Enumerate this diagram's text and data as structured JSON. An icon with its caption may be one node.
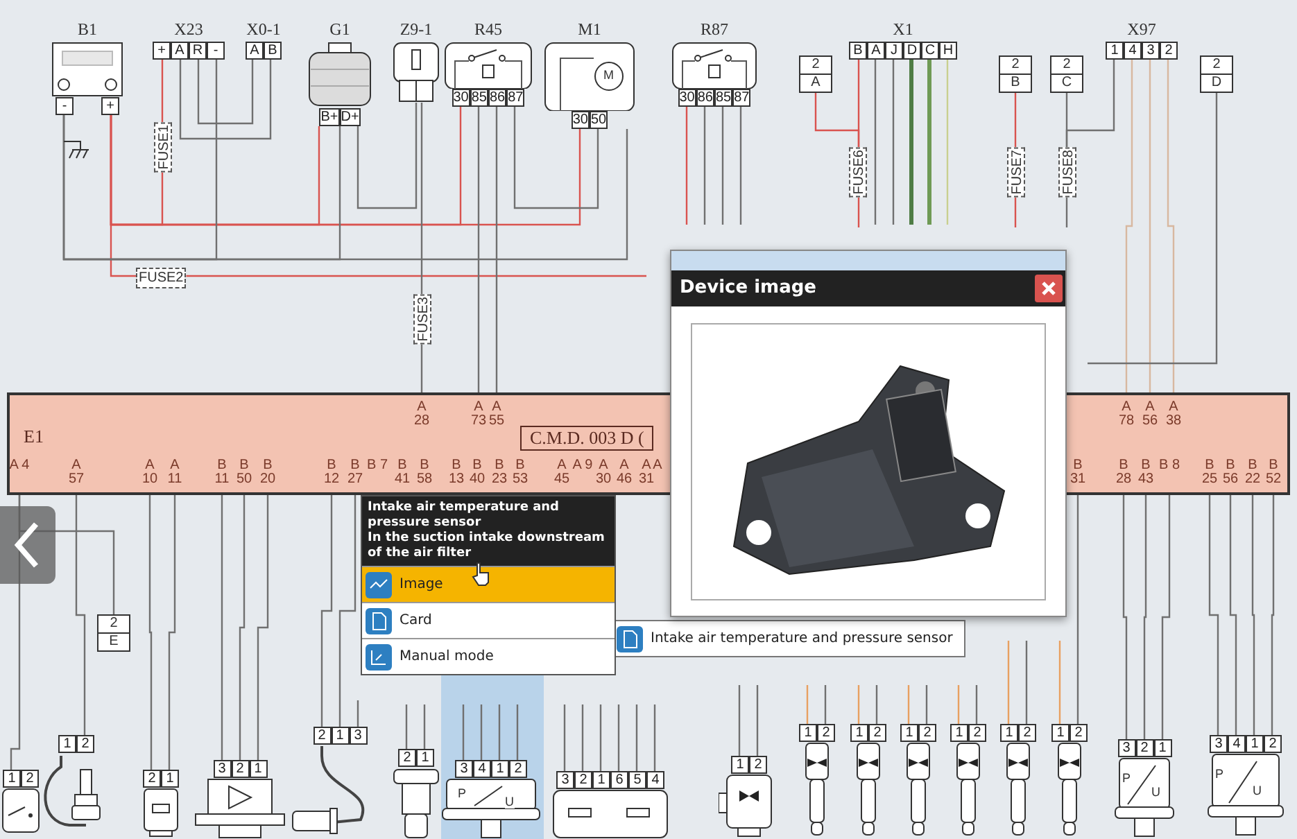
{
  "diagram": {
    "nodes": [
      {
        "text": [
          "B1",
          "-",
          "+"
        ]
      },
      {
        "text": [
          "X23",
          "+",
          "A",
          "R",
          "-"
        ]
      },
      {
        "text": [
          "X0-1",
          "A",
          "B"
        ]
      },
      {
        "text": [
          "G1",
          "B+",
          "D+"
        ]
      },
      {
        "text": [
          "Z9-1"
        ]
      },
      {
        "text": [
          "R45",
          "30",
          "85",
          "86",
          "87"
        ]
      },
      {
        "text": [
          "M1",
          "30",
          "50",
          "M"
        ]
      },
      {
        "text": [
          "R87",
          "30",
          "86",
          "85",
          "87"
        ]
      },
      {
        "text": [
          "2",
          "A"
        ]
      },
      {
        "text": [
          "X1",
          "B",
          "A",
          "J",
          "D",
          "C",
          "H"
        ]
      },
      {
        "text": [
          "2",
          "B"
        ]
      },
      {
        "text": [
          "2",
          "C"
        ]
      },
      {
        "text": [
          "X97",
          "1",
          "4",
          "3",
          "2"
        ]
      },
      {
        "text": [
          "2",
          "D"
        ]
      },
      {
        "text": [
          "FUSE1"
        ]
      },
      {
        "text": [
          "FUSE2"
        ]
      },
      {
        "text": [
          "FUSE3"
        ]
      },
      {
        "text": [
          "FUSE6"
        ]
      },
      {
        "text": [
          "FUSE7"
        ]
      },
      {
        "text": [
          "FUSE8"
        ]
      },
      {
        "text": [
          "E1",
          "C.M.D. 003 D (",
          "A 28",
          "A 73",
          "A 55",
          "A 78",
          "A 56",
          "A 38",
          "A 4",
          "A 57",
          "A 10",
          "A 11",
          "B 11",
          "B 50",
          "B 20",
          "B 12",
          "B 27",
          "B 7",
          "B 41",
          "B 58",
          "B 13",
          "B 40",
          "B 23",
          "B 53",
          "A 45",
          "A 9",
          "A 30",
          "A 46",
          "A 31",
          "A",
          "B 31",
          "B 28",
          "B 43",
          "B 8",
          "B 25",
          "B 56",
          "B 22",
          "B 52"
        ]
      },
      {
        "text": [
          "2",
          "E"
        ]
      },
      {
        "text": [
          "1",
          "2"
        ]
      },
      {
        "text": [
          "1",
          "2"
        ]
      },
      {
        "text": [
          "2",
          "1"
        ]
      },
      {
        "text": [
          "3",
          "2",
          "1"
        ]
      },
      {
        "text": [
          "2",
          "1",
          "3"
        ]
      },
      {
        "text": [
          "2",
          "1"
        ]
      },
      {
        "text": [
          "3",
          "4",
          "1",
          "2",
          "P",
          "U"
        ]
      },
      {
        "text": [
          "3",
          "2",
          "1",
          "6",
          "5",
          "4"
        ]
      },
      {
        "text": [
          "1",
          "2"
        ]
      },
      {
        "text": [
          "1",
          "2"
        ]
      },
      {
        "text": [
          "1",
          "2"
        ]
      },
      {
        "text": [
          "1",
          "2"
        ]
      },
      {
        "text": [
          "1",
          "2"
        ]
      },
      {
        "text": [
          "1",
          "2"
        ]
      },
      {
        "text": [
          "1",
          "2"
        ]
      },
      {
        "text": [
          "3",
          "2",
          "1",
          "P",
          "U"
        ]
      },
      {
        "text": [
          "3",
          "4",
          "1",
          "2",
          "P",
          "U"
        ]
      },
      {
        "text": [
          "Intake air temperature and pressure sensor",
          "In the suction intake downstream of the air filter"
        ]
      },
      {
        "text": [
          "Image"
        ],
        "in": 39
      },
      {
        "text": [
          "Card"
        ],
        "in": 39
      },
      {
        "text": [
          "Manual mode"
        ],
        "in": 39
      },
      {
        "text": [
          "Intake air temperature and pressure sensor"
        ]
      },
      {
        "text": [
          "Device image"
        ]
      },
      {
        "text": [],
        "shape": "picture",
        "in": 44
      }
    ],
    "edges": [
      {
        "from": 0,
        "to": 15,
        "arrow": "none",
        "color": "#d9534f"
      },
      {
        "from": 15,
        "to": null,
        "arrow": "none",
        "color": "#d9534f"
      },
      {
        "from": 1,
        "to": 14,
        "arrow": "none",
        "color": "#d9534f"
      },
      {
        "from": 0,
        "to": 14,
        "arrow": "none",
        "color": "#d9534f"
      },
      {
        "from": 0,
        "to": 3,
        "arrow": "none",
        "color": "#d9534f"
      },
      {
        "from": 0,
        "to": 5,
        "arrow": "none",
        "color": "#d9534f"
      },
      {
        "from": 0,
        "to": 6,
        "arrow": "none",
        "color": "#d9534f"
      },
      {
        "from": 0,
        "to": 1,
        "arrow": "none"
      },
      {
        "from": 0,
        "to": 3,
        "arrow": "none"
      },
      {
        "from": 0,
        "to": 6,
        "arrow": "none"
      },
      {
        "from": 1,
        "to": 2,
        "arrow": "none"
      },
      {
        "from": 1,
        "to": 2,
        "arrow": "none"
      },
      {
        "from": 3,
        "to": 4,
        "arrow": "none"
      },
      {
        "from": 4,
        "to": 16,
        "arrow": "none"
      },
      {
        "from": 16,
        "to": 20,
        "arrow": "none"
      },
      {
        "from": 5,
        "to": 20,
        "arrow": "none"
      },
      {
        "from": 5,
        "to": 20,
        "arrow": "none"
      },
      {
        "from": 5,
        "to": 6,
        "arrow": "none"
      },
      {
        "from": 7,
        "to": null,
        "arrow": "none",
        "color": "#d9534f"
      },
      {
        "from": 7,
        "to": null,
        "arrow": "none"
      },
      {
        "from": 7,
        "to": null,
        "arrow": "none"
      },
      {
        "from": 7,
        "to": null,
        "arrow": "none"
      },
      {
        "from": 8,
        "to": 17,
        "arrow": "none",
        "color": "#d9534f"
      },
      {
        "from": 9,
        "to": 17,
        "arrow": "none",
        "color": "#d9534f"
      },
      {
        "from": 17,
        "to": null,
        "arrow": "none",
        "color": "#d9534f"
      },
      {
        "from": 9,
        "to": null,
        "arrow": "none"
      },
      {
        "from": 9,
        "to": null,
        "arrow": "none"
      },
      {
        "from": 9,
        "to": null,
        "arrow": "none",
        "style": "thick",
        "color": "#4f7d45"
      },
      {
        "from": 9,
        "to": null,
        "arrow": "none",
        "style": "thick",
        "color": "#6f9a55"
      },
      {
        "from": 9,
        "to": null,
        "arrow": "none",
        "color": "#c9cf8f"
      },
      {
        "from": 10,
        "to": 18,
        "arrow": "none",
        "color": "#d9534f"
      },
      {
        "from": 18,
        "to": null,
        "arrow": "none",
        "color": "#d9534f"
      },
      {
        "from": 11,
        "to": 19,
        "arrow": "none"
      },
      {
        "from": 12,
        "to": 19,
        "arrow": "none"
      },
      {
        "from": 19,
        "to": null,
        "arrow": "none"
      },
      {
        "from": 12,
        "to": 20,
        "arrow": "none",
        "color": "#d8b8a0"
      },
      {
        "from": 12,
        "to": 20,
        "arrow": "none",
        "color": "#d8b8a0"
      },
      {
        "from": 12,
        "to": 20,
        "arrow": "none",
        "color": "#d8b8a0"
      },
      {
        "from": 13,
        "to": null,
        "arrow": "none"
      },
      {
        "from": 20,
        "to": 22,
        "arrow": "none"
      },
      {
        "from": 20,
        "to": 23,
        "arrow": "none"
      },
      {
        "from": 20,
        "to": 21,
        "arrow": "none"
      },
      {
        "from": 20,
        "to": 24,
        "arrow": "none"
      },
      {
        "from": 20,
        "to": 24,
        "arrow": "none"
      },
      {
        "from": 20,
        "to": 25,
        "arrow": "none"
      },
      {
        "from": 20,
        "to": 25,
        "arrow": "none"
      },
      {
        "from": 20,
        "to": 25,
        "arrow": "none"
      },
      {
        "from": 20,
        "to": 26,
        "arrow": "none"
      },
      {
        "from": 20,
        "to": 26,
        "arrow": "none"
      },
      {
        "from": null,
        "to": 26,
        "arrow": "none"
      },
      {
        "from": null,
        "to": 27,
        "arrow": "none"
      },
      {
        "from": null,
        "to": 27,
        "arrow": "none"
      },
      {
        "from": null,
        "to": 28,
        "arrow": "none"
      },
      {
        "from": null,
        "to": 28,
        "arrow": "none"
      },
      {
        "from": null,
        "to": 28,
        "arrow": "none"
      },
      {
        "from": null,
        "to": 28,
        "arrow": "none"
      },
      {
        "from": null,
        "to": 29,
        "arrow": "none"
      },
      {
        "from": null,
        "to": 29,
        "arrow": "none"
      },
      {
        "from": null,
        "to": 29,
        "arrow": "none"
      },
      {
        "from": null,
        "to": 29,
        "arrow": "none"
      },
      {
        "from": null,
        "to": 29,
        "arrow": "none"
      },
      {
        "from": null,
        "to": 29,
        "arrow": "none"
      },
      {
        "from": null,
        "to": 30,
        "arrow": "none"
      },
      {
        "from": null,
        "to": 30,
        "arrow": "none"
      },
      {
        "from": null,
        "to": 31,
        "arrow": "none",
        "color": "#e8a060"
      },
      {
        "from": null,
        "to": 31,
        "arrow": "none"
      },
      {
        "from": null,
        "to": 32,
        "arrow": "none",
        "color": "#e8a060"
      },
      {
        "from": null,
        "to": 32,
        "arrow": "none"
      },
      {
        "from": null,
        "to": 33,
        "arrow": "none",
        "color": "#e8a060"
      },
      {
        "from": null,
        "to": 33,
        "arrow": "none"
      },
      {
        "from": null,
        "to": 34,
        "arrow": "none",
        "color": "#e8a060"
      },
      {
        "from": null,
        "to": 34,
        "arrow": "none"
      },
      {
        "from": null,
        "to": 35,
        "arrow": "none",
        "color": "#e8a060"
      },
      {
        "from": null,
        "to": 35,
        "arrow": "none"
      },
      {
        "from": null,
        "to": 36,
        "arrow": "none",
        "color": "#e8a060"
      },
      {
        "from": 20,
        "to": 36,
        "arrow": "none"
      },
      {
        "from": 20,
        "to": 37,
        "arrow": "none"
      },
      {
        "from": 20,
        "to": 37,
        "arrow": "none"
      },
      {
        "from": 20,
        "to": 37,
        "arrow": "none"
      },
      {
        "from": 20,
        "to": 38,
        "arrow": "none"
      },
      {
        "from": 20,
        "to": 38,
        "arrow": "none"
      },
      {
        "from": 20,
        "to": 38,
        "arrow": "none"
      },
      {
        "from": 20,
        "to": 38,
        "arrow": "none"
      }
    ]
  }
}
